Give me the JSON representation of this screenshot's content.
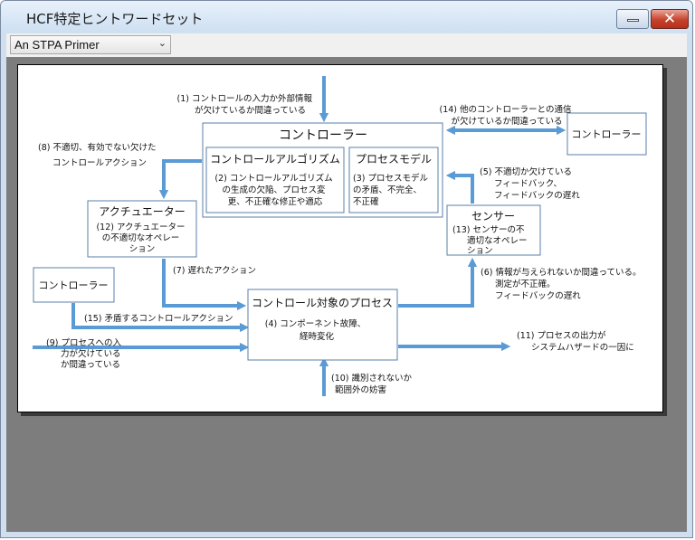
{
  "window": {
    "title": "HCF特定ヒントワードセット"
  },
  "toolbar": {
    "selected": "An STPA Primer"
  },
  "diagram": {
    "controller_main": "コントローラー",
    "control_algorithm": "コントロールアルゴリズム",
    "control_algorithm_desc": [
      "(2) コントロールアルゴリズム",
      "の生成の欠陥、プロセス変",
      "更、不正確な修正や適応"
    ],
    "process_model": "プロセスモデル",
    "process_model_desc": [
      "(3) プロセスモデル",
      "の矛盾、不完全、",
      "不正確"
    ],
    "actuator": "アクチュエーター",
    "actuator_desc": [
      "(12) アクチュエーター",
      "の不適切なオペレー",
      "ション"
    ],
    "sensor": "センサー",
    "sensor_desc": [
      "(13) センサーの不",
      "適切なオペレー",
      "ション"
    ],
    "process": "コントロール対象のプロセス",
    "process_desc": [
      "(4) コンポーネント故障、",
      "経時変化"
    ],
    "controller_left": "コントローラー",
    "controller_right": "コントローラー",
    "label1": [
      "(1) コントロールの入力か外部情報",
      "が欠けているか間違っている"
    ],
    "label14": [
      "(14) 他のコントローラーとの通信",
      "が欠けているか間違っている"
    ],
    "label8": [
      "(8) 不適切、有効でない欠けた",
      "コントロールアクション"
    ],
    "label5": [
      "(5) 不適切か欠けている",
      "フィードバック、",
      "フィードバックの遅れ"
    ],
    "label7": "(7) 遅れたアクション",
    "label6": [
      "(6) 情報が与えられないか間違っている。",
      "測定が不正確。",
      "フィードバックの遅れ"
    ],
    "label15": "(15) 矛盾するコントロールアクション",
    "label9": [
      "(9) プロセスへの入",
      "力が欠けている",
      "か間違っている"
    ],
    "label11": [
      "(11) プロセスの出力が",
      "システムハザードの一因に"
    ],
    "label10": [
      "(10) 識別されないか",
      "範囲外の妨害"
    ]
  }
}
